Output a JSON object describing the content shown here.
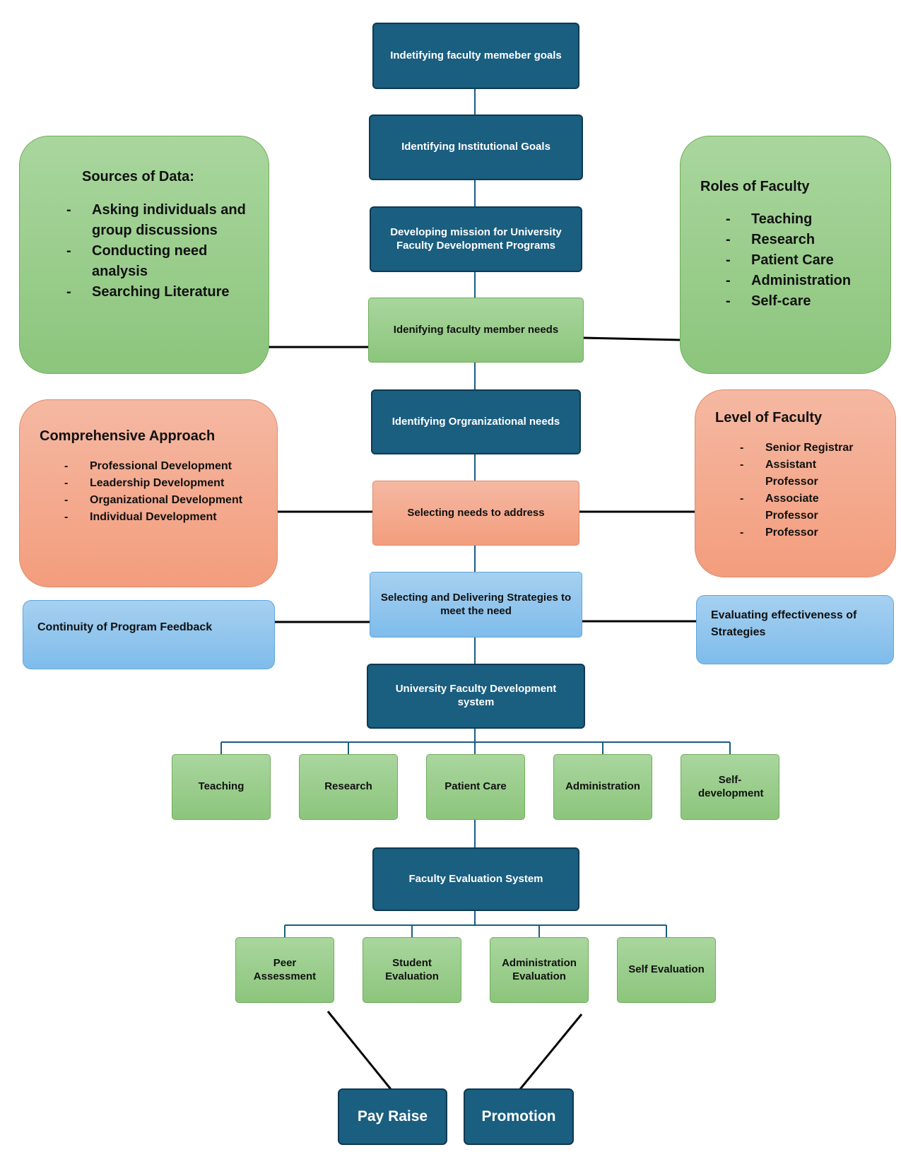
{
  "flow": {
    "faculty_goals": "Indetifying faculty memeber goals",
    "institutional_goals": "Identifying Institutional Goals",
    "mission": "Developing mission for University Faculty Development Programs",
    "member_needs": "Idenifying faculty member needs",
    "organizational_needs": "Identifying Orgranizational needs",
    "selecting_needs": "Selecting needs to address",
    "strategies": "Selecting and Delivering Strategies to meet the need",
    "development_system": "University Faculty Development system",
    "evaluation_system": "Faculty Evaluation System"
  },
  "development_areas": [
    "Teaching",
    "Research",
    "Patient Care",
    "Administration",
    "Self-development"
  ],
  "evaluations": [
    "Peer Assessment",
    "Student Evaluation",
    "Administration Evaluation",
    "Self Evaluation"
  ],
  "outcomes": {
    "pay_raise": "Pay Raise",
    "promotion": "Promotion"
  },
  "panels": {
    "sources": {
      "title": "Sources of Data:",
      "items": [
        "Asking individuals and group discussions",
        "Conducting need analysis",
        "Searching Literature"
      ]
    },
    "roles": {
      "title": "Roles of Faculty",
      "items": [
        "Teaching",
        "Research",
        "Patient Care",
        "Administration",
        "Self-care"
      ]
    },
    "comprehensive": {
      "title": "Comprehensive Approach",
      "items": [
        "Professional Development",
        "Leadership Development",
        "Organizational Development",
        "Individual Development"
      ]
    },
    "level": {
      "title": "Level of Faculty",
      "items": [
        "Senior Registrar",
        "Assistant Professor",
        "Associate Professor",
        "Professor"
      ]
    },
    "feedback": {
      "text": "Continuity of Program Feedback"
    },
    "evaluating": {
      "text": "Evaluating effectiveness of Strategies"
    }
  },
  "colors": {
    "dark_node": "#1a5e80",
    "green_node": "#8cc57c",
    "salmon_node": "#f39d7d",
    "blue_node": "#7fbceb",
    "connector": "#1a5e80",
    "side_connector": "#000000"
  }
}
